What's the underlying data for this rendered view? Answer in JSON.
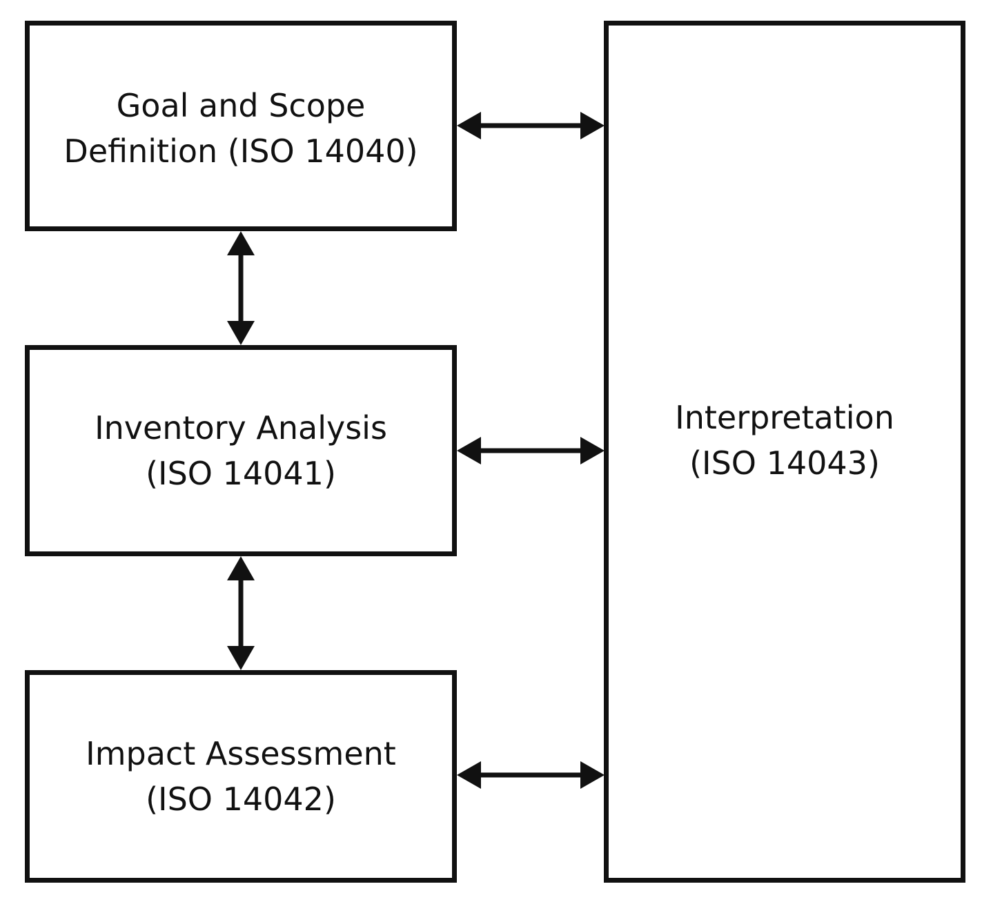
{
  "boxes": {
    "goal": {
      "line1": "Goal and Scope",
      "line2": "Definition (ISO 14040)"
    },
    "inventory": {
      "line1": "Inventory Analysis",
      "line2": "(ISO 14041)"
    },
    "impact": {
      "line1": "Impact Assessment",
      "line2": "(ISO 14042)"
    },
    "interpretation": {
      "line1": "Interpretation",
      "line2": "(ISO 14043)"
    }
  },
  "colors": {
    "stroke": "#111111",
    "background": "#ffffff"
  },
  "connectors": [
    {
      "from": "goal",
      "to": "interpretation",
      "direction": "bidirectional"
    },
    {
      "from": "inventory",
      "to": "interpretation",
      "direction": "bidirectional"
    },
    {
      "from": "impact",
      "to": "interpretation",
      "direction": "bidirectional"
    },
    {
      "from": "goal",
      "to": "inventory",
      "direction": "bidirectional"
    },
    {
      "from": "inventory",
      "to": "impact",
      "direction": "bidirectional"
    }
  ]
}
